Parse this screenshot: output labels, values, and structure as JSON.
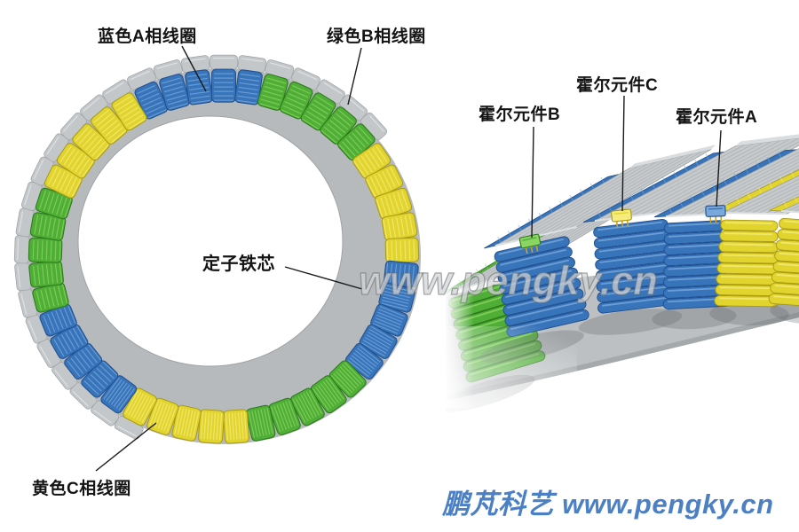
{
  "labels": {
    "blue_a_phase_coil": "蓝色A相线圈",
    "green_b_phase_coil": "绿色B相线圈",
    "stator_core": "定子铁芯",
    "yellow_c_phase_coil": "黄色C相线圈",
    "hall_element_b": "霍尔元件B",
    "hall_element_c": "霍尔元件C",
    "hall_element_a": "霍尔元件A"
  },
  "watermark_text": "www.pengky.cn",
  "footer": {
    "brand": "鹏芃科艺",
    "site": "www.pengky.cn",
    "color": "#4b80c4"
  },
  "colors": {
    "phase_a_blue": "#3874ba",
    "phase_a_blue_light": "#79a8dc",
    "phase_a_blue_dark": "#1f4e8e",
    "phase_b_green": "#4fae36",
    "phase_b_green_light": "#8bd562",
    "phase_b_green_dark": "#2a771a",
    "phase_c_yellow": "#e2d42f",
    "phase_c_yellow_light": "#f5ec7d",
    "phase_c_yellow_dark": "#a89a14",
    "core_gray": "#b6babc",
    "core_gray_light": "#c9cdcf",
    "core_gray_dark": "#989c9e",
    "bore_gray": "#c2c6c8",
    "band_gray": "#bcc0c2",
    "chip_pin_gold": "#c9a22a",
    "background": "#ffffff",
    "label_text": "#141414",
    "leader_line": "#1a1a1a"
  },
  "ring": {
    "coil_count": 45,
    "coils_per_group": 5,
    "phase_sequence_clockwise": [
      "A-blue",
      "B-green",
      "C-yellow"
    ]
  },
  "closeup": {
    "tooth_coil_colors": [
      "green",
      "blue",
      "blue",
      "blue",
      "yellow",
      "yellow"
    ],
    "hall_chips": [
      {
        "id": "hall-chip-b",
        "chip_color": "green"
      },
      {
        "id": "hall-chip-c",
        "chip_color": "yellow"
      },
      {
        "id": "hall-chip-a",
        "chip_color": "blue"
      }
    ]
  }
}
